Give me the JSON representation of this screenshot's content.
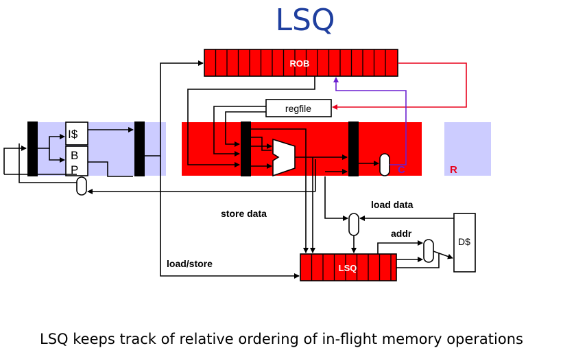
{
  "title": "LSQ",
  "caption": "LSQ keeps track of relative ordering of in-flight memory operations",
  "units": {
    "rob": "ROB",
    "regfile": "regfile",
    "icache": "I$",
    "bp_b": "B",
    "bp_p": "P",
    "dcache": "D$",
    "lsq": "LSQ"
  },
  "stages": {
    "commit": "C",
    "retire": "R"
  },
  "signals": {
    "store_data": "store data",
    "load_data": "load data",
    "addr": "addr",
    "load_store": "load/store"
  },
  "colors": {
    "pipeline_red": "#ff0000",
    "pipeline_lavender": "#ccccff",
    "title_blue": "#1f3f9f",
    "commit_purple": "#6a1fd0"
  }
}
